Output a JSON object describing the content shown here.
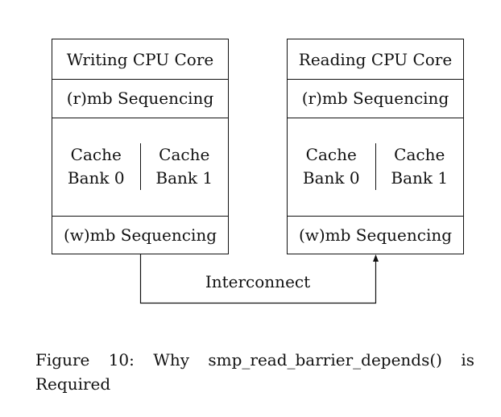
{
  "cores": {
    "writing": {
      "title": "Writing CPU Core",
      "rmb": "(r)mb Sequencing",
      "bank0_line1": "Cache",
      "bank0_line2": "Bank 0",
      "bank1_line1": "Cache",
      "bank1_line2": "Bank 1",
      "wmb": "(w)mb Sequencing"
    },
    "reading": {
      "title": "Reading CPU Core",
      "rmb": "(r)mb Sequencing",
      "bank0_line1": "Cache",
      "bank0_line2": "Bank 0",
      "bank1_line1": "Cache",
      "bank1_line2": "Bank 1",
      "wmb": "(w)mb Sequencing"
    }
  },
  "interconnect": {
    "label": "Interconnect"
  },
  "caption": {
    "text": "Figure 10:  Why smp_read_barrier_depends() is Required"
  },
  "colors": {
    "line": "#111111",
    "background": "#ffffff"
  }
}
